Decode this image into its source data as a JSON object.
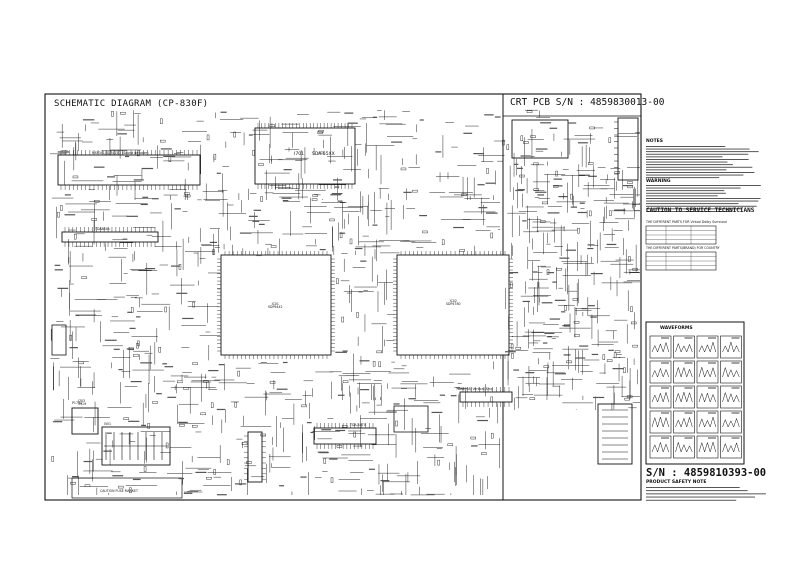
{
  "sheet": {
    "title": "SCHEMATIC DIAGRAM  (CP-830F)",
    "crt_pcb_sn": "CRT PCB S/N : 4859830013-00",
    "main_sn": "S/N : 4859810393-00",
    "ic_labels": {
      "mcu": "SDA-55XX",
      "audio": "MSP3410G/3415G (Sound decoder)",
      "sub_ic": "TDA8844",
      "vertical": "TDA8358J Vertical Amp",
      "ic501": "IC01\nSDP9442",
      "ic502": "IC02\nSDP4780",
      "reg": "TDA-4470",
      "ic1701": "I701",
      "p1701": "P1701",
      "ic601": "I501",
      "ic603": "I703\n3919",
      "caution_fuse": "CAUTION FUSE MARKET"
    },
    "notes": {
      "heading": "NOTES",
      "warning": "WARNING",
      "caution": "CAUTION TO SERVICE TECHNICIANS",
      "table1_title": "THE DIFFERENT PARTS FOR Virtual Dolby Surround",
      "table2_title": "THE DIFFERENT PARTS(BRAND) FOR COUNTRY",
      "product_safety": "PRODUCT SAFETY NOTE"
    },
    "waveforms": {
      "heading": "WAVEFORMS"
    }
  }
}
